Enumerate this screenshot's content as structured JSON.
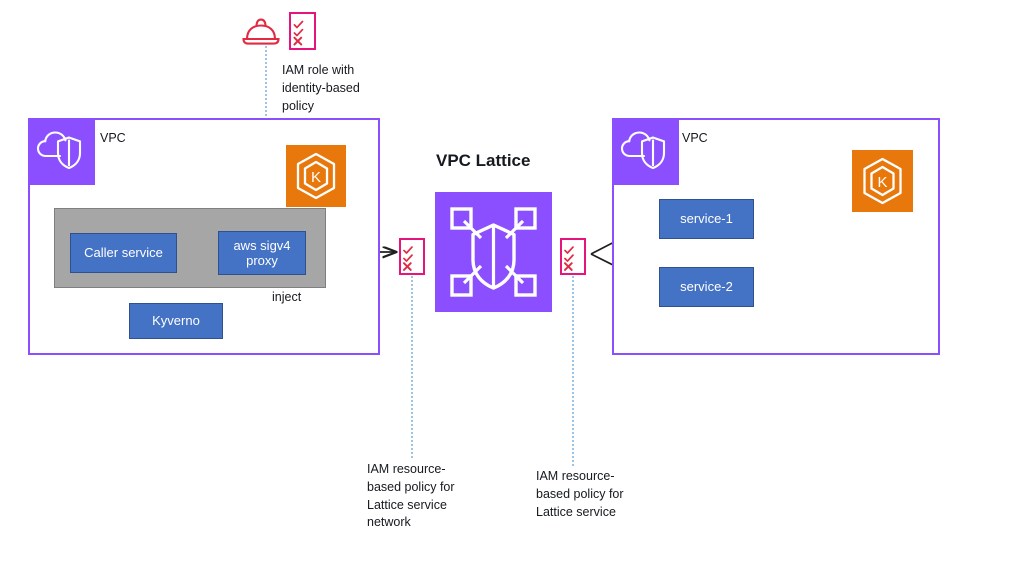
{
  "diagram": {
    "title_center": "VPC Lattice",
    "colors": {
      "vpc_border": "#8C4FFF",
      "vpc_icon_fill": "#8C4FFF",
      "kubernetes_orange": "#E8780C",
      "service_blue": "#4472C4",
      "service_blue_border": "#2F528F",
      "pod_gray": "#A6A6A6",
      "pod_gray_border": "#7F7F7F",
      "policy_red": "#E7157B",
      "check_red": "#E02B42",
      "arrow_black": "#1F1F1F",
      "inject_connector": "#BDD7EE",
      "dotted_leader": "#9DC3E6"
    },
    "annotations": {
      "iam_role": "IAM role with\nidentity-based\npolicy",
      "iam_resource_network": "IAM resource-\nbased policy for\nLattice service\nnetwork",
      "iam_resource_service": "IAM resource-\nbased policy for\nLattice service"
    },
    "left_vpc": {
      "label": "VPC",
      "pod": {
        "caller_service": "Caller service",
        "sigv4_proxy": "aws sigv4\nproxy"
      },
      "kyverno": "Kyverno",
      "inject_label": "inject"
    },
    "right_vpc": {
      "label": "VPC",
      "services": [
        {
          "name": "service-1"
        },
        {
          "name": "service-2"
        }
      ]
    },
    "icons": {
      "vpc": "vpc-cloud-shield-icon",
      "kubernetes": "kubernetes-hexagon-k-icon",
      "lattice": "vpc-lattice-shield-icon",
      "iam_role": "iam-hardhat-icon",
      "policy_checklist": "policy-checklist-icon"
    }
  }
}
